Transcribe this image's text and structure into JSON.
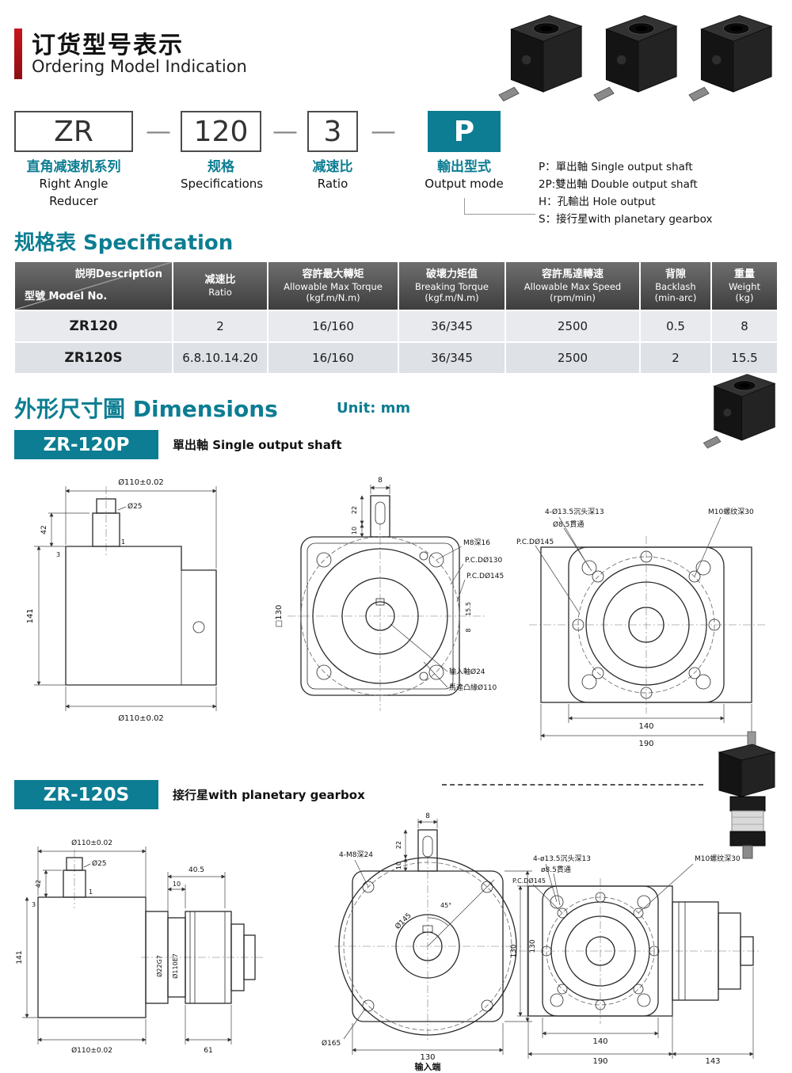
{
  "colors": {
    "teal": "#0c7d92",
    "red": "#c9151c"
  },
  "header": {
    "title_zh": "订货型号表示",
    "title_en": "Ordering Model Indication"
  },
  "model_code": {
    "dash": "—",
    "segments": [
      {
        "code": "ZR",
        "label_zh": "直角减速机系列",
        "label_en": "Right Angle Reducer"
      },
      {
        "code": "120",
        "label_zh": "规格",
        "label_en": "Specifications"
      },
      {
        "code": "3",
        "label_zh": "减速比",
        "label_en": "Ratio"
      },
      {
        "code": "P",
        "label_zh": "輸出型式",
        "label_en": "Output mode"
      }
    ],
    "legend": [
      "P：單出軸 Single output shaft",
      "2P:雙出軸 Double output shaft",
      "H：孔輸出 Hole output",
      "S：接行星with planetary gearbox"
    ]
  },
  "spec": {
    "title": "规格表 Specification",
    "table": {
      "corner_top": "説明Description",
      "corner_bottom": "型號 Model No.",
      "cols": [
        {
          "l1": "减速比",
          "l2": "Ratio",
          "l3": ""
        },
        {
          "l1": "容許最大轉矩",
          "l2": "Allowable Max Torque",
          "l3": "(kgf.m/N.m)"
        },
        {
          "l1": "破壞力矩值",
          "l2": "Breaking Torque",
          "l3": "(kgf.m/N.m)"
        },
        {
          "l1": "容許馬達轉速",
          "l2": "Allowable Max Speed",
          "l3": "(rpm/min)"
        },
        {
          "l1": "背隙",
          "l2": "Backlash",
          "l3": "(min-arc)"
        },
        {
          "l1": "重量",
          "l2": "Weight",
          "l3": "(kg)"
        }
      ],
      "rows": [
        {
          "model": "ZR120",
          "ratio": "2",
          "torque": "16/160",
          "breaking": "36/345",
          "speed": "2500",
          "backlash": "0.5",
          "weight": "8"
        },
        {
          "model": "ZR120S",
          "ratio": "6.8.10.14.20",
          "torque": "16/160",
          "breaking": "36/345",
          "speed": "2500",
          "backlash": "2",
          "weight": "15.5"
        }
      ]
    }
  },
  "dims": {
    "title": "外形尺寸圖 Dimensions",
    "unit": "Unit: mm",
    "p": {
      "badge": "ZR-120P",
      "desc": "單出軸 Single output shaft"
    },
    "s": {
      "badge": "ZR-120S",
      "desc": "接行星with planetary gearbox"
    }
  },
  "drawings": {
    "p": {
      "side": [
        "Ø110±0.02",
        "Ø25",
        "42",
        "3",
        "141",
        "1",
        "Ø110±0.02"
      ],
      "front": [
        "8",
        "22",
        "10",
        "M8深16",
        "P.C.DØ130",
        "P.C.DØ145",
        "□130",
        "15.5",
        "8",
        "输入軸Ø24",
        "馬達凸緣Ø110"
      ],
      "rear": [
        "4-Ø13.5沉头深13",
        "Ø8.5貫通",
        "P.C.DØ145",
        "M10螺纹深30",
        "140",
        "190"
      ]
    },
    "s": {
      "side": [
        "Ø110±0.02",
        "Ø25",
        "42",
        "3",
        "141",
        "1",
        "40.5",
        "10",
        "Ø22G7",
        "Ø110E7",
        "Ø110±0.02",
        "61"
      ],
      "front": [
        "8",
        "22",
        "10",
        "4-M8深24",
        "45°",
        "Ø145",
        "130",
        "Ø165",
        "130",
        "输入端"
      ],
      "rear": [
        "4-ø13.5沉头深13",
        "ø8.5貫通",
        "P.C.DØ145",
        "M10螺纹深30",
        "130",
        "140",
        "190",
        "143"
      ]
    }
  }
}
